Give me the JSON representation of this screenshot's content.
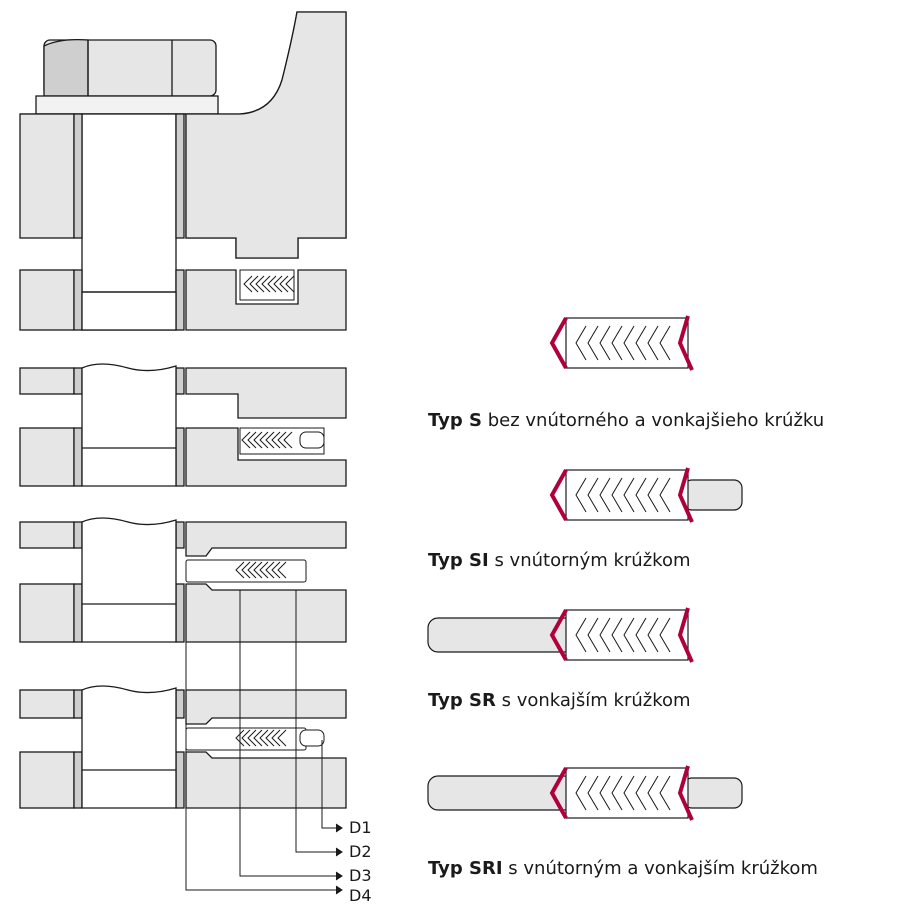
{
  "colors": {
    "fill": "#e6e6e6",
    "outline": "#1a1a1a",
    "accent": "#b0003a",
    "hex_dark": "#cfcfcf"
  },
  "gasket_types": [
    {
      "code": "Typ S",
      "description": "bez vnútorného a vonkajšieho krúžku"
    },
    {
      "code": "Typ SI",
      "description": "s vnútorným krúžkom"
    },
    {
      "code": "Typ SR",
      "description": "s vonkajším krúžkom"
    },
    {
      "code": "Typ SRI",
      "description": "s vnútorným a vonkajším krúžkom"
    }
  ],
  "dimensions": [
    "D1",
    "D2",
    "D3",
    "D4"
  ]
}
